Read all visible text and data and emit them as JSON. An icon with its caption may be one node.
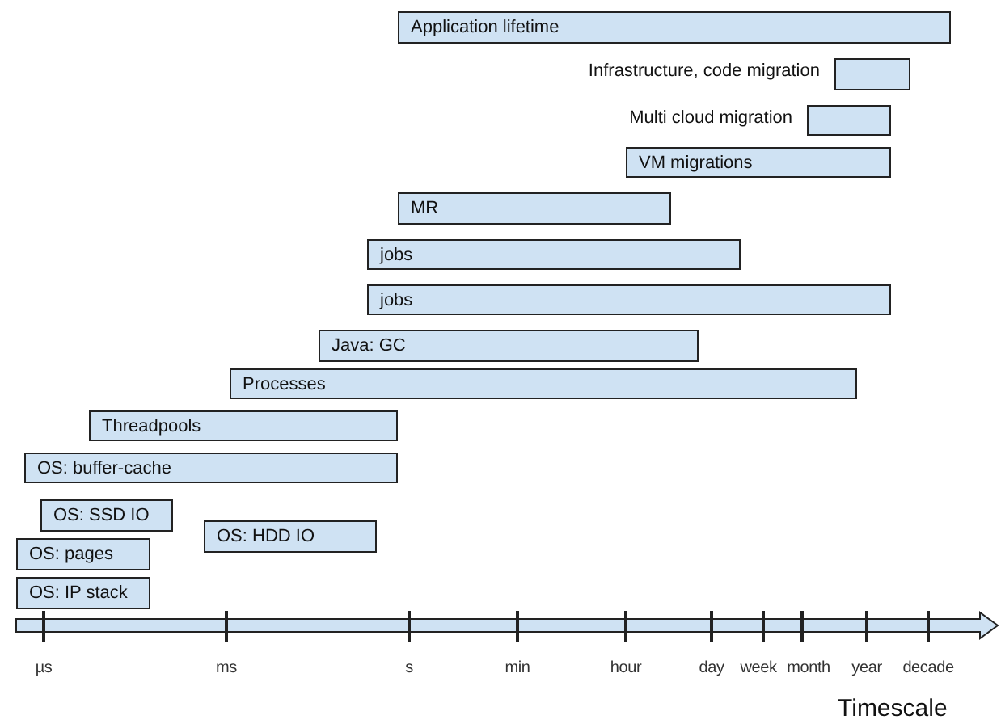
{
  "diagram": {
    "nodes": [
      {
        "text": [
          "Application lifetime"
        ]
      },
      {
        "text": [],
        "shape": "bar",
        "beside": [
          "Infrastructure, code migration"
        ]
      },
      {
        "text": [],
        "shape": "bar",
        "beside": [
          "Multi cloud migration"
        ]
      },
      {
        "text": [
          "VM migrations"
        ]
      },
      {
        "text": [
          "MR"
        ]
      },
      {
        "text": [
          "jobs"
        ]
      },
      {
        "text": [
          "jobs"
        ]
      },
      {
        "text": [
          "Java: GC"
        ]
      },
      {
        "text": [
          "Processes"
        ]
      },
      {
        "text": [
          "Threadpools"
        ]
      },
      {
        "text": [
          "OS: buffer-cache"
        ]
      },
      {
        "text": [
          "OS: SSD IO"
        ]
      },
      {
        "text": [
          "OS: HDD IO"
        ]
      },
      {
        "text": [
          "OS: pages"
        ]
      },
      {
        "text": [
          "OS: IP stack"
        ]
      }
    ],
    "labels": [
      "µs",
      "ms",
      "s",
      "min",
      "hour",
      "day",
      "week",
      "month",
      "year",
      "decade",
      "Timescale"
    ]
  }
}
